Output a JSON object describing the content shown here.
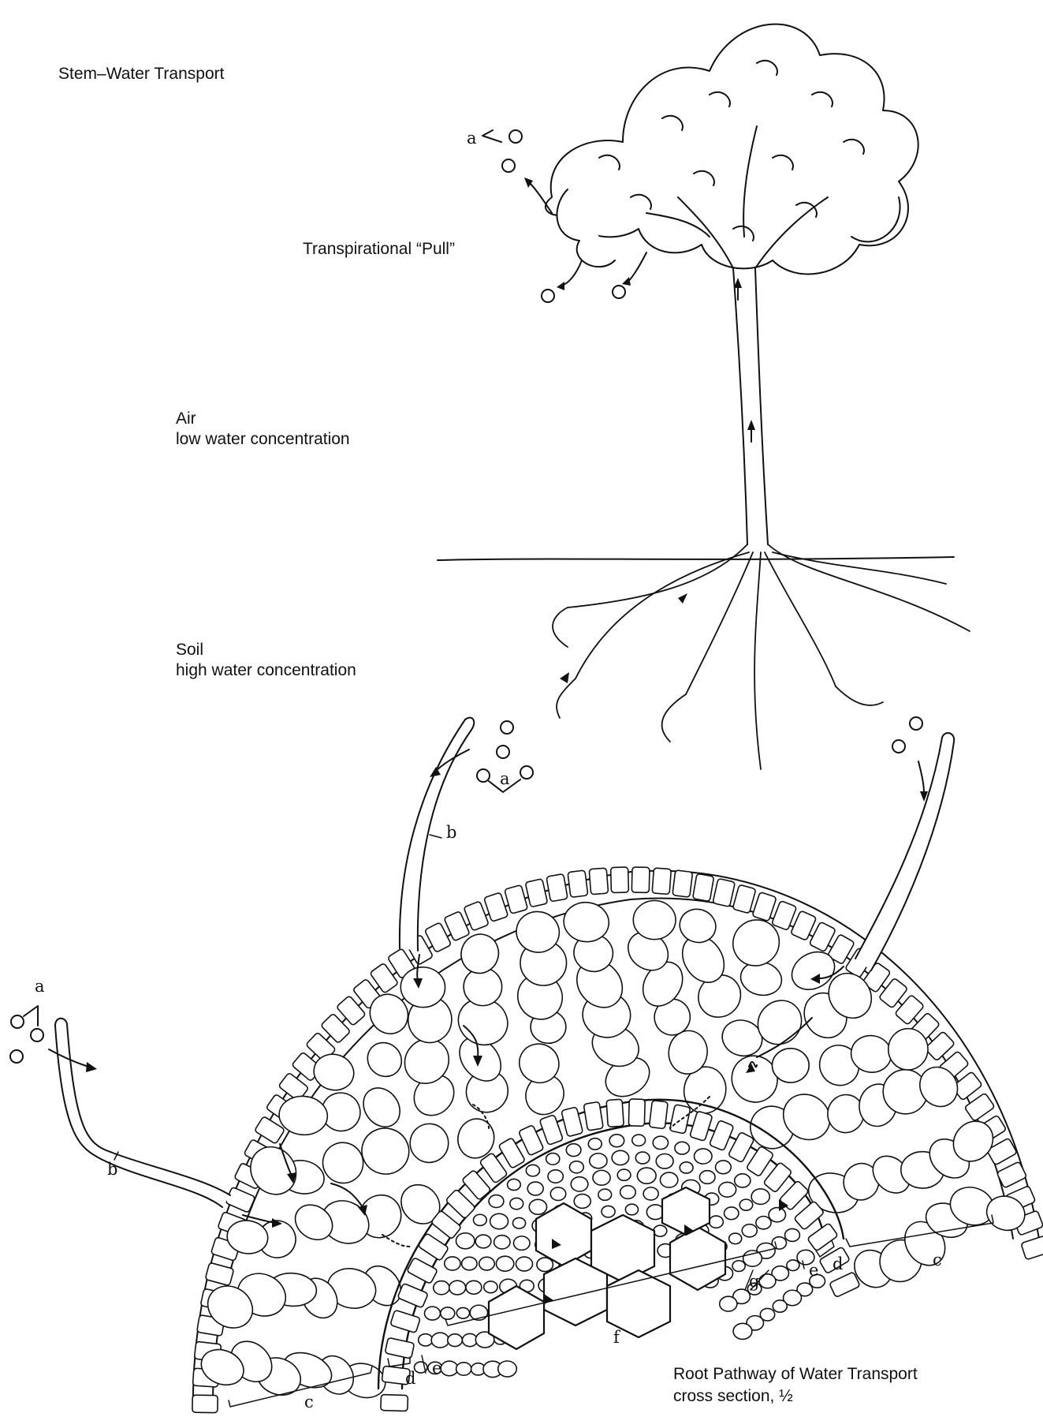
{
  "titles": {
    "stem": "Stem–Water Transport",
    "pull": "Transpirational “Pull”",
    "air_1": "Air",
    "air_2": "low water concentration",
    "soil_1": "Soil",
    "soil_2": "high water concentration",
    "root_1": "Root Pathway of Water Transport",
    "root_2": "cross section, ½"
  },
  "letters": {
    "a": "a",
    "b": "b",
    "c": "c",
    "d": "d",
    "e": "e",
    "f": "f",
    "g": "g"
  },
  "colors": {
    "ink": "#111111",
    "paper": "#ffffff"
  }
}
